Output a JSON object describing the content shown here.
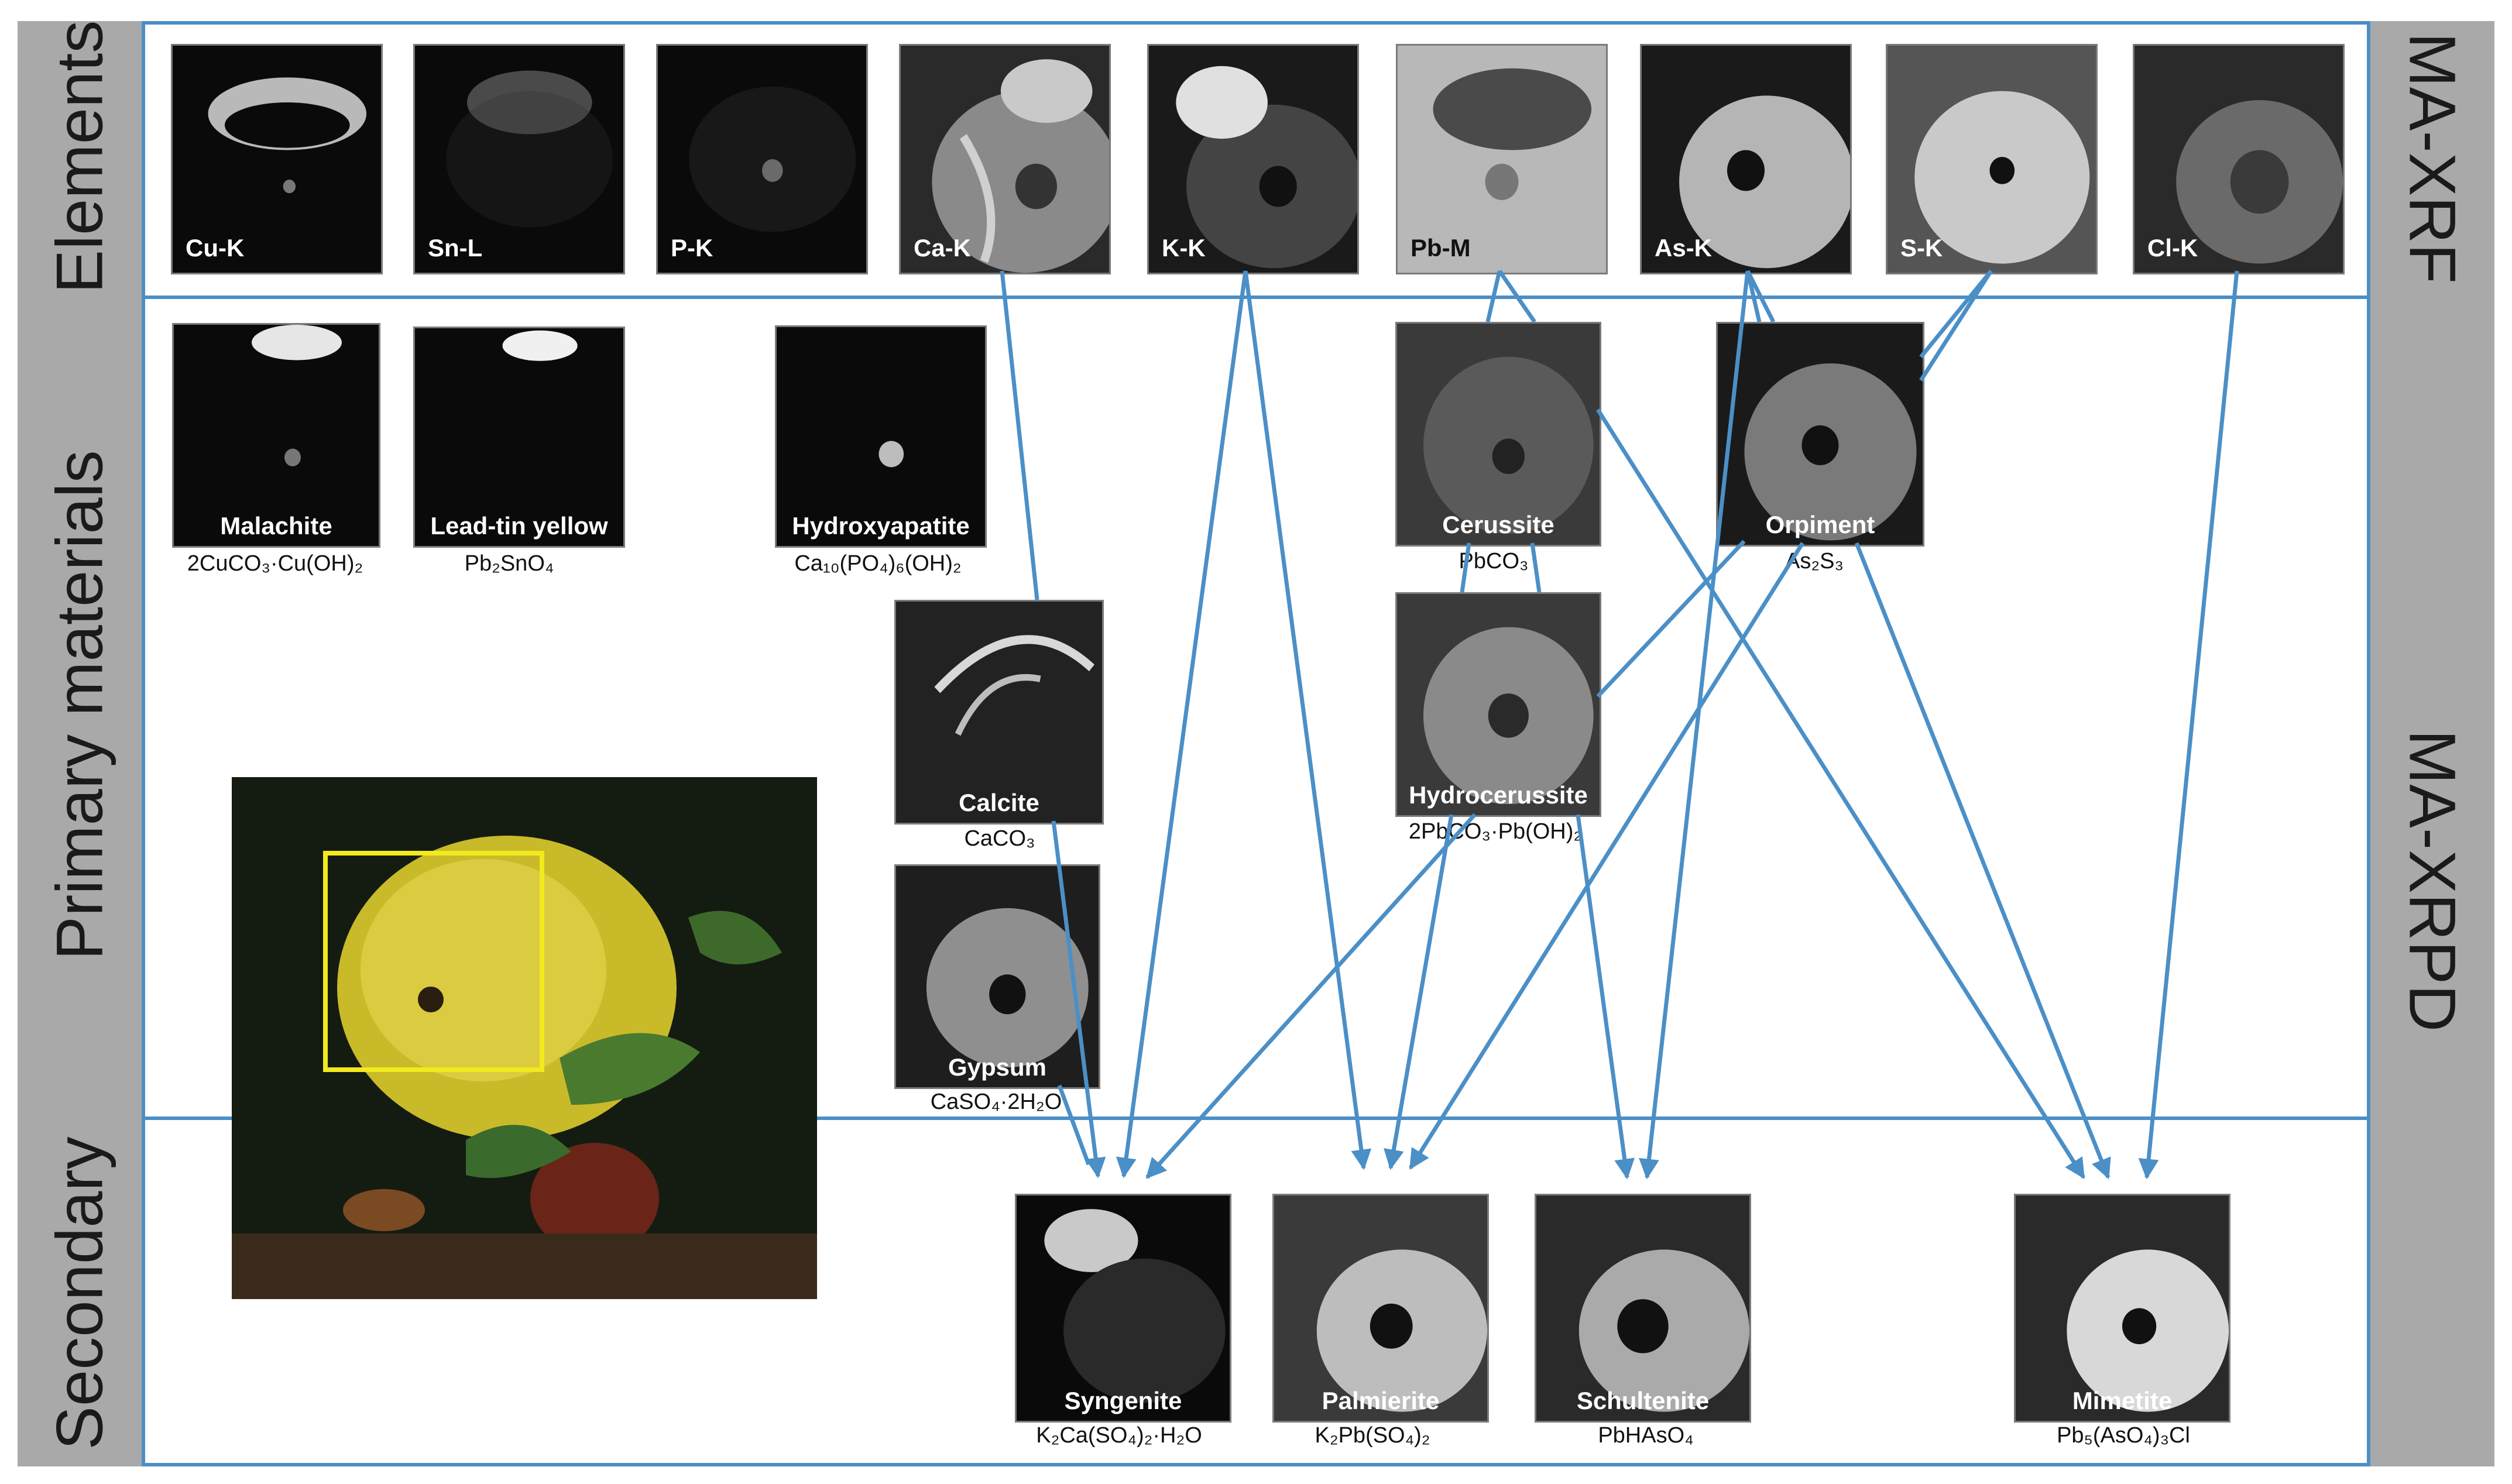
{
  "left_bands": {
    "elements": "Elements",
    "primary": "Primary materials",
    "secondary": "Secondary"
  },
  "right_bands": {
    "xrf": "MA-XRF",
    "xrpd": "MA-XRPD"
  },
  "colors": {
    "arrow": "#4b8fc7",
    "band": "#a9a9a9",
    "box": "#f2ea1d"
  },
  "elements": [
    {
      "id": "cuk",
      "label": "Cu-K"
    },
    {
      "id": "snl",
      "label": "Sn-L"
    },
    {
      "id": "pk",
      "label": "P-K"
    },
    {
      "id": "cak",
      "label": "Ca-K"
    },
    {
      "id": "kk",
      "label": "K-K"
    },
    {
      "id": "pbm",
      "label": "Pb-M"
    },
    {
      "id": "ask",
      "label": "As-K"
    },
    {
      "id": "sk",
      "label": "S-K"
    },
    {
      "id": "clk",
      "label": "Cl-K"
    }
  ],
  "primary": [
    {
      "id": "malachite",
      "name": "Malachite",
      "formula": "2CuCO₃·Cu(OH)₂"
    },
    {
      "id": "leadtin",
      "name": "Lead-tin yellow",
      "formula": "Pb₂SnO₄"
    },
    {
      "id": "hydroxyapatite",
      "name": "Hydroxyapatite",
      "formula": "Ca₁₀(PO₄)₆(OH)₂"
    },
    {
      "id": "cerussite",
      "name": "Cerussite",
      "formula": "PbCO₃"
    },
    {
      "id": "orpiment",
      "name": "Orpiment",
      "formula": "As₂S₃"
    },
    {
      "id": "calcite",
      "name": "Calcite",
      "formula": "CaCO₃"
    },
    {
      "id": "hydrocerussite",
      "name": "Hydrocerussite",
      "formula": "2PbCO₃·Pb(OH)₂"
    },
    {
      "id": "gypsum",
      "name": "Gypsum",
      "formula": "CaSO₄·2H₂O"
    }
  ],
  "secondary": [
    {
      "id": "syngenite",
      "name": "Syngenite",
      "formula": "K₂Ca(SO₄)₂·H₂O"
    },
    {
      "id": "palmierite",
      "name": "Palmierite",
      "formula": "K₂Pb(SO₄)₂"
    },
    {
      "id": "schultenite",
      "name": "Schultenite",
      "formula": "PbHAsO₄"
    },
    {
      "id": "mimetite",
      "name": "Mimetite",
      "formula": "Pb₅(AsO₄)₃Cl"
    }
  ]
}
